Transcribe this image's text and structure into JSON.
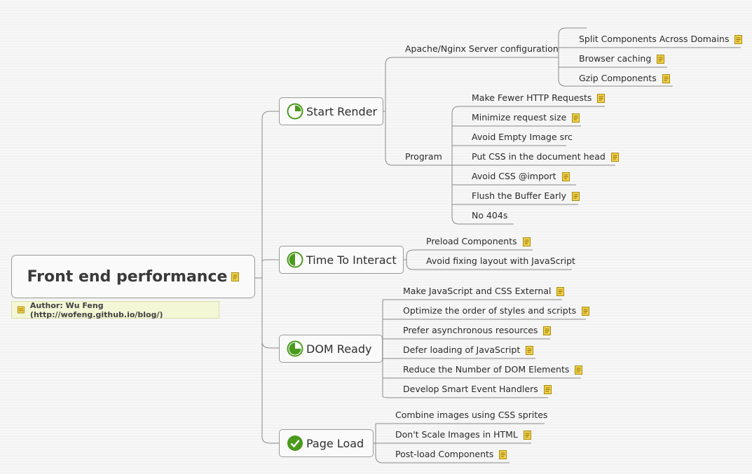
{
  "root": {
    "title": "Front end performance",
    "note_icon": "note-icon",
    "author": "Author: Wu Feng (http://wofeng.github.io/blog/)"
  },
  "branches": {
    "start_render": {
      "label": "Start Render",
      "progress": 0.25,
      "server": {
        "label": "Apache/Nginx Server configuration",
        "items": [
          "Split Components Across Domains",
          "Browser caching",
          "Gzip Components"
        ]
      },
      "program": {
        "label": "Program",
        "items": [
          "Make Fewer HTTP Requests",
          "Minimize request size",
          "Avoid Empty Image src",
          "Put CSS in the document head",
          "Avoid CSS @import",
          "Flush the Buffer Early",
          "No 404s"
        ]
      }
    },
    "time_to_interact": {
      "label": "Time To Interact",
      "progress": 0.5,
      "items": [
        "Preload Components",
        "Avoid fixing layout with JavaScript"
      ]
    },
    "dom_ready": {
      "label": "DOM Ready",
      "progress": 0.75,
      "items": [
        "Make JavaScript and CSS External",
        "Optimize the order of styles and scripts",
        "Prefer asynchronous resources",
        "Defer loading of JavaScript",
        "Reduce the Number of DOM Elements",
        "Develop Smart Event Handlers"
      ]
    },
    "page_load": {
      "label": "Page Load",
      "progress": 1.0,
      "items": [
        "Combine images using CSS sprites",
        "Don't Scale Images in HTML",
        "Post-load Components"
      ]
    }
  },
  "colors": {
    "progress_green": "#4a9a1c",
    "note_yellow": "#f2d24a",
    "line": "#8a8a8a"
  }
}
